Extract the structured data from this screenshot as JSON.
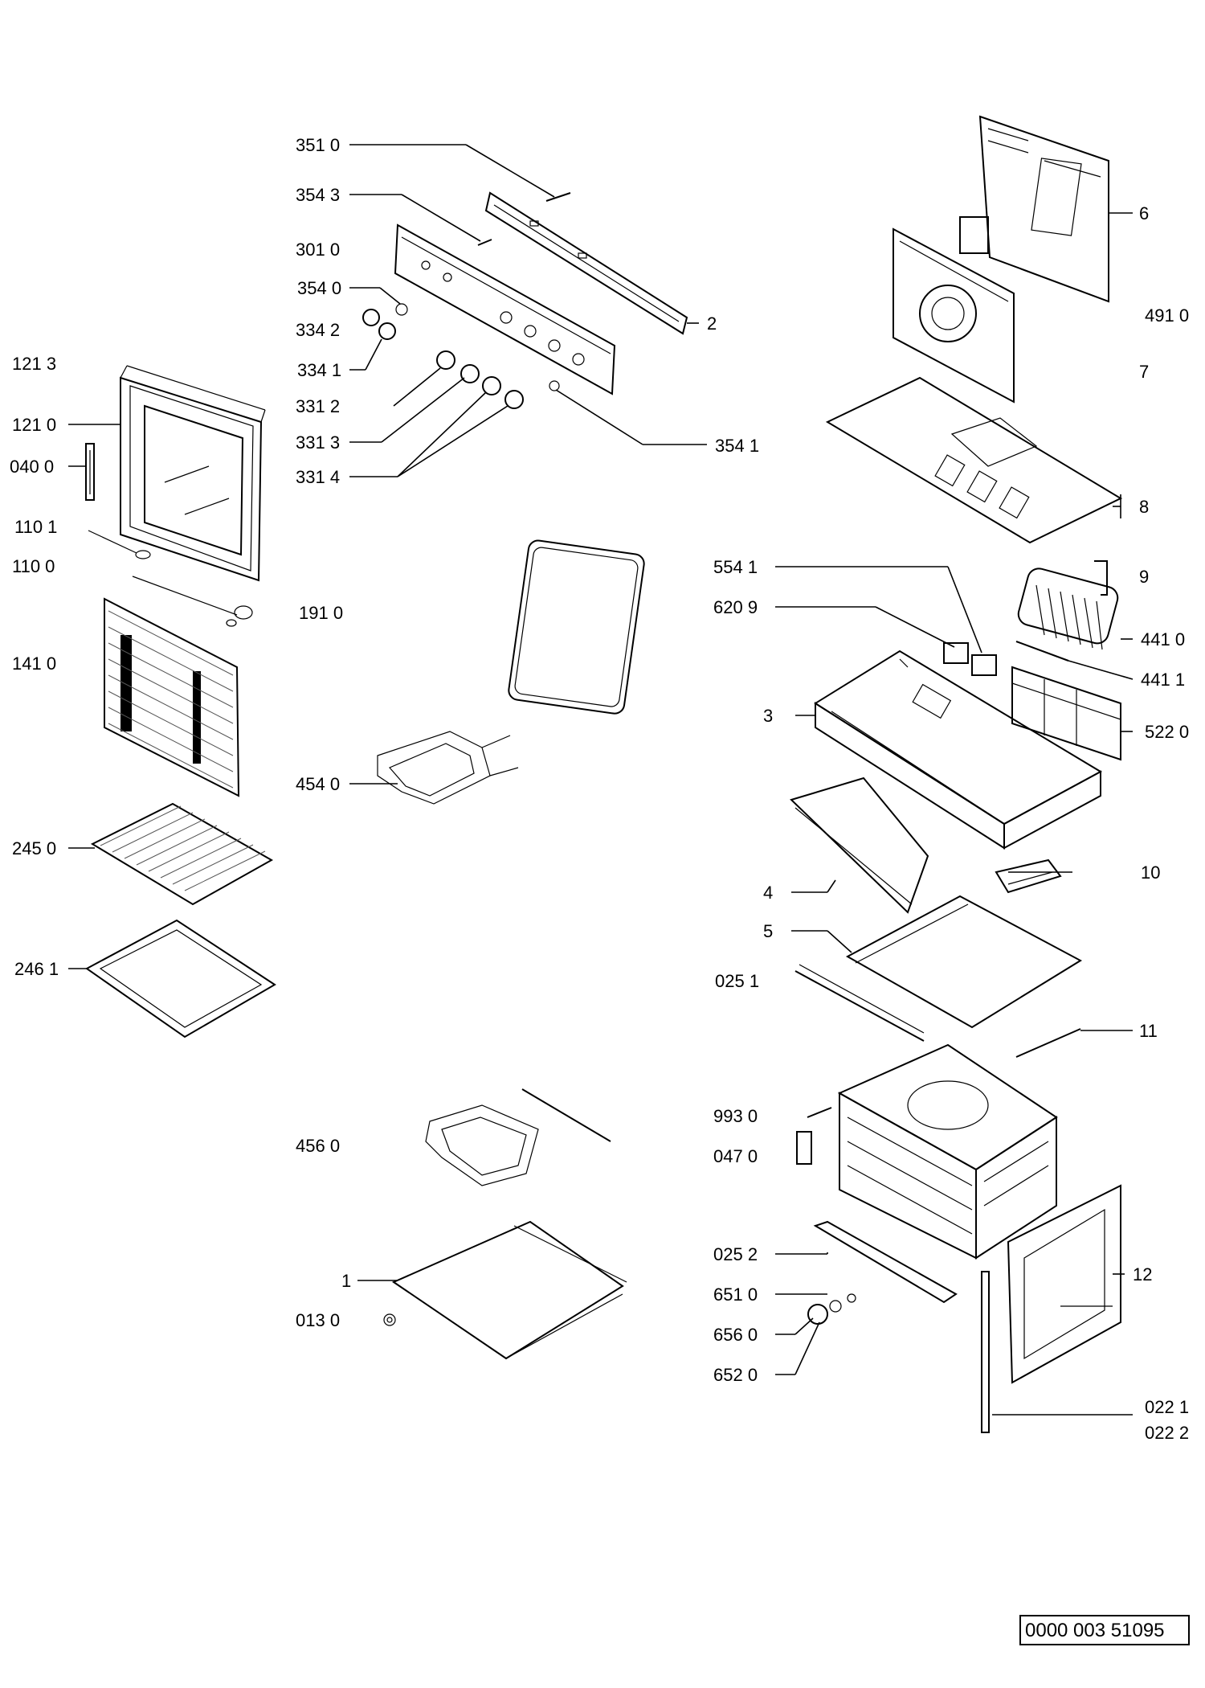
{
  "diagram": {
    "document_number": "0000 003 51095",
    "labels": {
      "l351_0": "351 0",
      "l354_3": "354 3",
      "l301_0": "301 0",
      "l354_0": "354 0",
      "l334_2": "334 2",
      "l334_1": "334 1",
      "l331_2": "331 2",
      "l331_3": "331 3",
      "l331_4": "331 4",
      "l354_1": "354 1",
      "l2": "2",
      "l121_3": "121 3",
      "l121_0": "121 0",
      "l040_0": "040 0",
      "l110_1": "110 1",
      "l110_0": "110 0",
      "l141_0": "141 0",
      "l191_0": "191 0",
      "l454_0": "454 0",
      "l245_0": "245 0",
      "l246_1": "246 1",
      "l456_0": "456 0",
      "l1": "1",
      "l013_0": "013 0",
      "l6": "6",
      "l491_0": "491 0",
      "l7": "7",
      "l8": "8",
      "l9": "9",
      "l554_1": "554 1",
      "l620_9": "620 9",
      "l441_0": "441 0",
      "l441_1": "441 1",
      "l3": "3",
      "l522_0": "522 0",
      "l4": "4",
      "l10": "10",
      "l5": "5",
      "l025_1": "025 1",
      "l11": "11",
      "l993_0": "993 0",
      "l047_0": "047 0",
      "l025_2": "025 2",
      "l12": "12",
      "l651_0": "651 0",
      "l656_0": "656 0",
      "l652_0": "652 0",
      "l022_1": "022 1",
      "l022_2": "022 2"
    }
  }
}
